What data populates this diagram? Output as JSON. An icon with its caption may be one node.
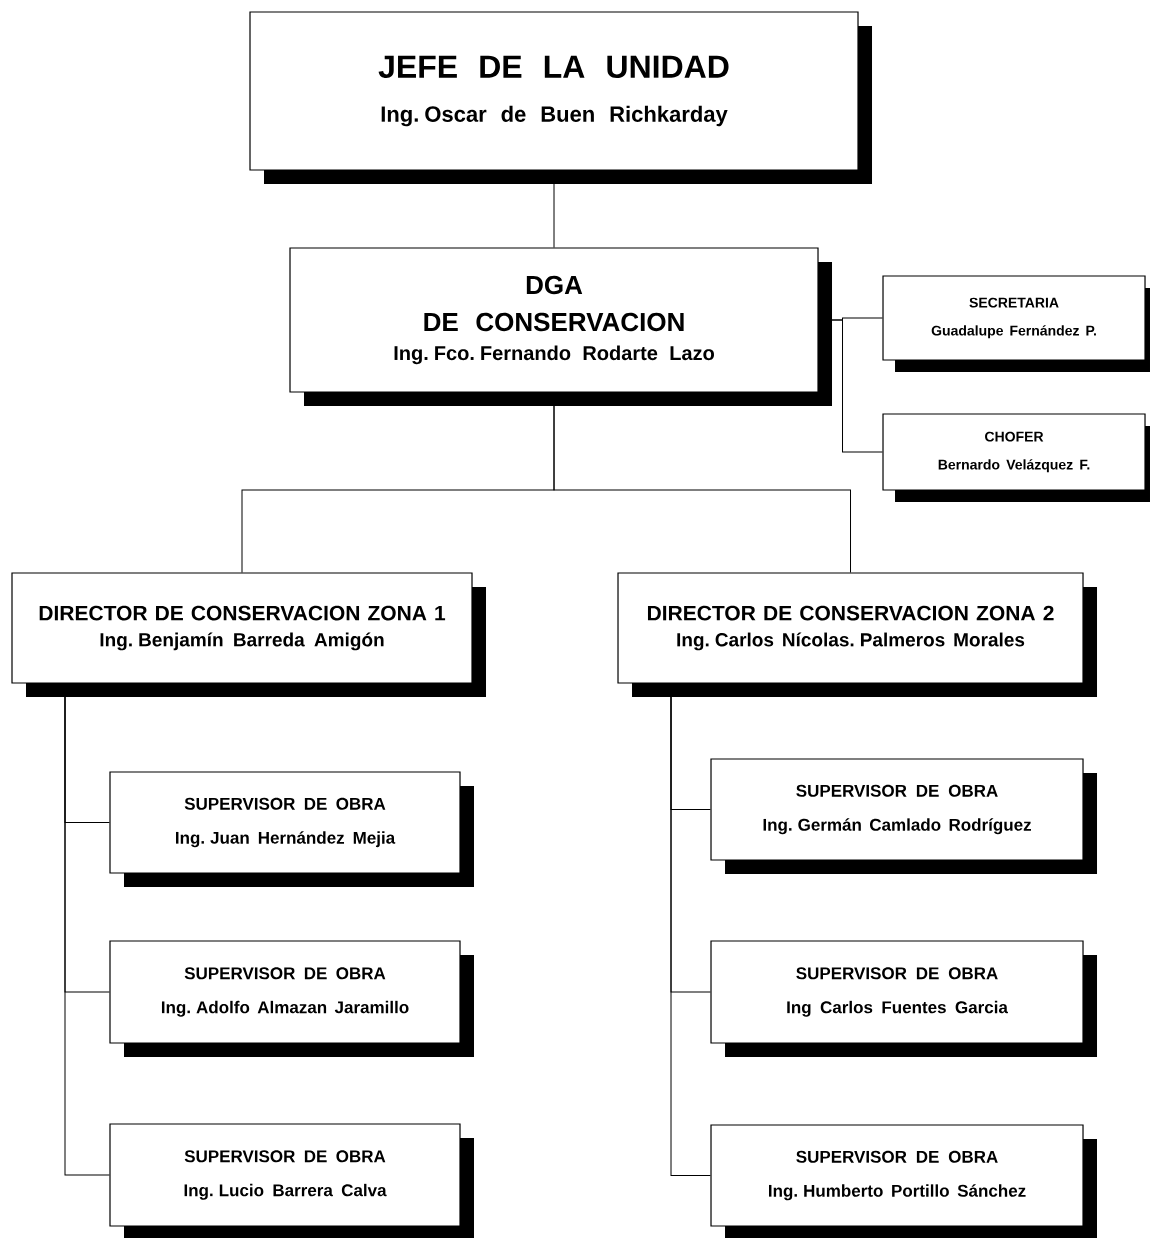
{
  "diagram": {
    "nodes": [
      {
        "text": [
          "JEFE DE LA UNIDAD",
          "Ing. Oscar de Buen Richkarday"
        ]
      },
      {
        "text": [
          "DGA",
          "DE CONSERVACION",
          "Ing. Fco. Fernando Rodarte Lazo"
        ]
      },
      {
        "text": [
          "SECRETARIA",
          "Guadalupe Fernández P."
        ]
      },
      {
        "text": [
          "CHOFER",
          "Bernardo Velázquez F."
        ]
      },
      {
        "text": [
          "DIRECTOR DE CONSERVACION ZONA 1",
          "Ing. Benjamín Barreda Amigón"
        ]
      },
      {
        "text": [
          "DIRECTOR DE CONSERVACION ZONA 2",
          "Ing. Carlos Nícolas. Palmeros Morales"
        ]
      },
      {
        "text": [
          "SUPERVISOR DE OBRA",
          "Ing. Juan Hernández Mejia"
        ]
      },
      {
        "text": [
          "SUPERVISOR DE OBRA",
          "Ing. Adolfo Almazan Jaramillo"
        ]
      },
      {
        "text": [
          "SUPERVISOR DE OBRA",
          "Ing. Lucio Barrera Calva"
        ]
      },
      {
        "text": [
          "SUPERVISOR DE OBRA",
          "Ing. Germán Camlado Rodríguez"
        ]
      },
      {
        "text": [
          "SUPERVISOR DE OBRA",
          "Ing Carlos Fuentes Garcia"
        ]
      },
      {
        "text": [
          "SUPERVISOR DE OBRA",
          "Ing. Humberto Portillo Sánchez"
        ]
      }
    ],
    "edges": [
      {
        "from": 0,
        "to": 1,
        "arrow": "none"
      },
      {
        "from": 1,
        "to": 2,
        "arrow": "none"
      },
      {
        "from": 1,
        "to": 3,
        "arrow": "none"
      },
      {
        "from": 1,
        "to": 4,
        "arrow": "none"
      },
      {
        "from": 1,
        "to": 5,
        "arrow": "none"
      },
      {
        "from": 4,
        "to": 6,
        "arrow": "none"
      },
      {
        "from": 4,
        "to": 7,
        "arrow": "none"
      },
      {
        "from": 4,
        "to": 8,
        "arrow": "none"
      },
      {
        "from": 5,
        "to": 9,
        "arrow": "none"
      },
      {
        "from": 5,
        "to": 10,
        "arrow": "none"
      },
      {
        "from": 5,
        "to": 11,
        "arrow": "none"
      }
    ]
  }
}
